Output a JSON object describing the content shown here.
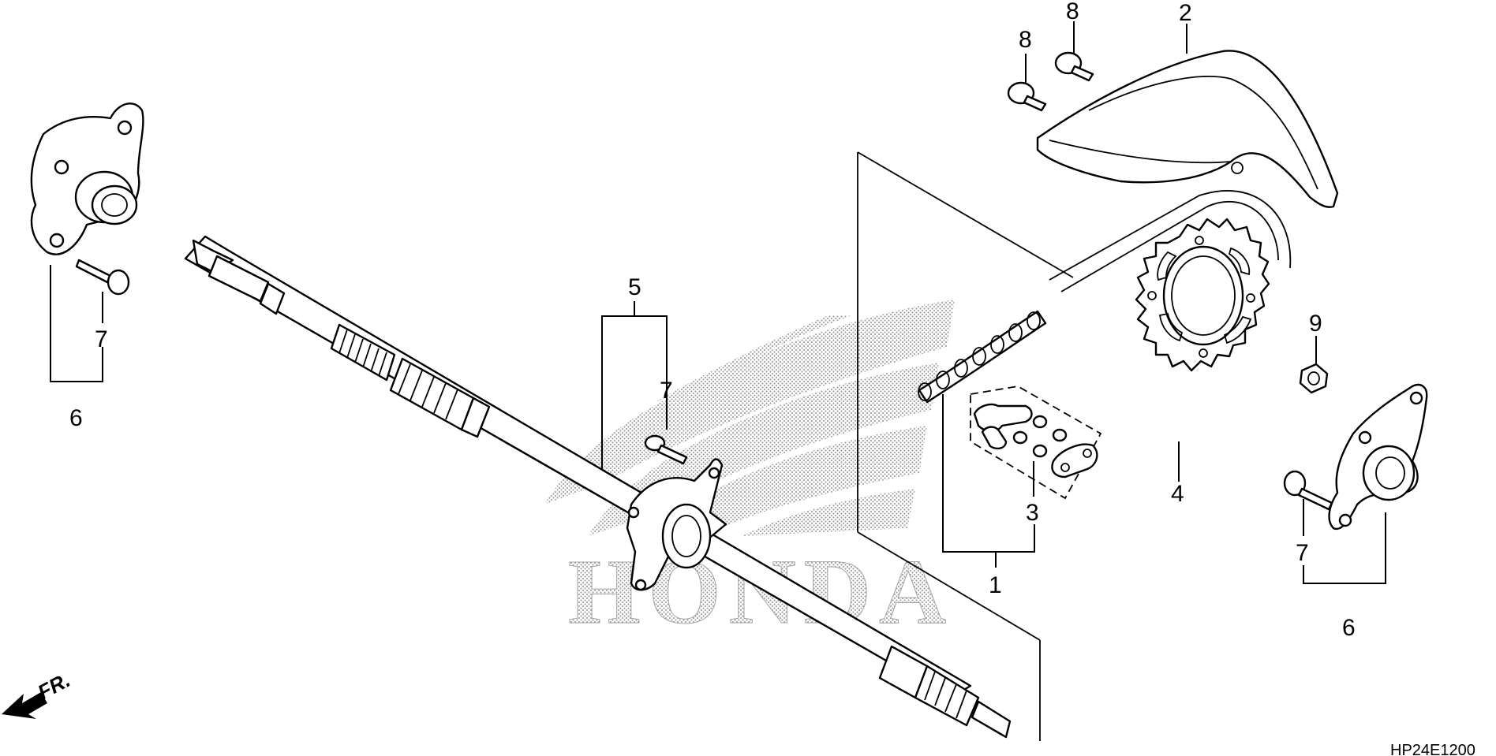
{
  "diagram": {
    "callouts": {
      "chain": "1",
      "chain_guard": "2",
      "joint_set": "3",
      "sprocket": "4",
      "hub_group": "5",
      "hub_left": "6",
      "hub_right": "6",
      "bolt_left": "7",
      "bolt_mid": "7",
      "bolt_right": "7",
      "nut_top_a": "8",
      "nut_top_b": "8",
      "nut_right": "9"
    },
    "direction_label": "FR.",
    "diagram_code": "HP24E1200",
    "watermark_text": "HONDA",
    "colors": {
      "line": "#000000",
      "background": "#ffffff",
      "watermark": "#b8b8b8"
    }
  }
}
